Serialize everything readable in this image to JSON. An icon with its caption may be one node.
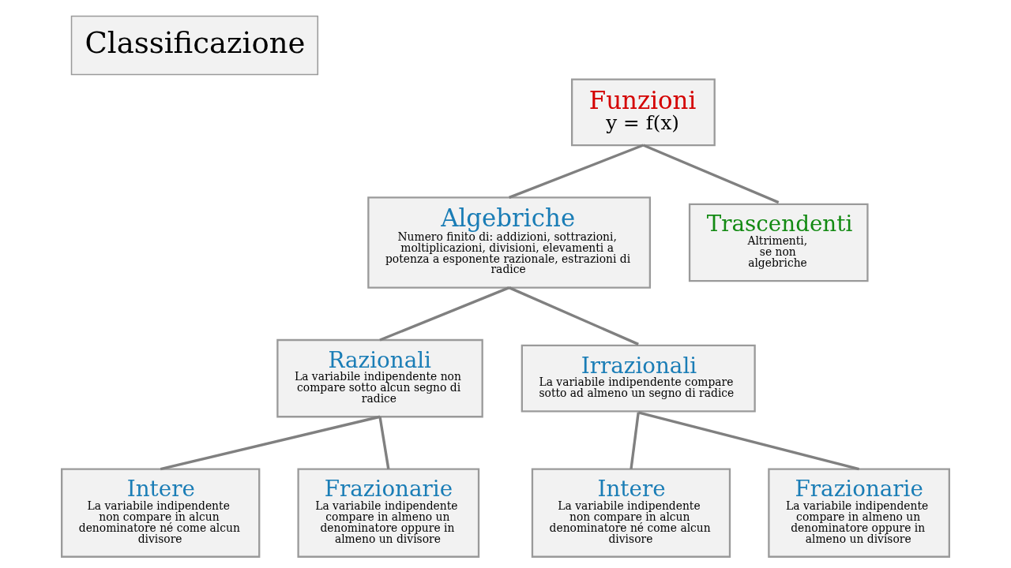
{
  "diagram": {
    "title": "Classificazione",
    "nodes": [
      {
        "text": [
          "Funzioni",
          "y = f(x)"
        ]
      },
      {
        "text": [
          "Algebriche",
          "Numero finito di: addizioni, sottrazioni, moltiplicazioni, divisioni, elevamenti a potenza a esponente razionale, estrazioni di radice"
        ]
      },
      {
        "text": [
          "Trascendenti",
          "Altrimenti, se non algebriche"
        ]
      },
      {
        "text": [
          "Razionali",
          "La variabile indipendente non compare sotto alcun segno di radice"
        ]
      },
      {
        "text": [
          "Irrazionali",
          "La variabile indipendente compare sotto ad almeno un segno di radice"
        ]
      },
      {
        "text": [
          "Intere",
          "La variabile indipendente non compare in alcun denominatore né come alcun divisore"
        ]
      },
      {
        "text": [
          "Frazionarie",
          "La variabile indipendente compare in almeno un denominatore oppure in almeno un divisore"
        ]
      },
      {
        "text": [
          "Intere",
          "La variabile indipendente non compare in alcun denominatore né come alcun divisore"
        ]
      },
      {
        "text": [
          "Frazionarie",
          "La variabile indipendente compare in almeno un denominatore oppure in almeno un divisore"
        ]
      }
    ],
    "edges": [
      {
        "from": 0,
        "to": 1,
        "arrow": "none"
      },
      {
        "from": 0,
        "to": 2,
        "arrow": "none"
      },
      {
        "from": 1,
        "to": 3,
        "arrow": "none"
      },
      {
        "from": 1,
        "to": 4,
        "arrow": "none"
      },
      {
        "from": 3,
        "to": 5,
        "arrow": "none"
      },
      {
        "from": 3,
        "to": 6,
        "arrow": "none"
      },
      {
        "from": 4,
        "to": 7,
        "arrow": "none"
      },
      {
        "from": 4,
        "to": 8,
        "arrow": "none"
      }
    ]
  }
}
